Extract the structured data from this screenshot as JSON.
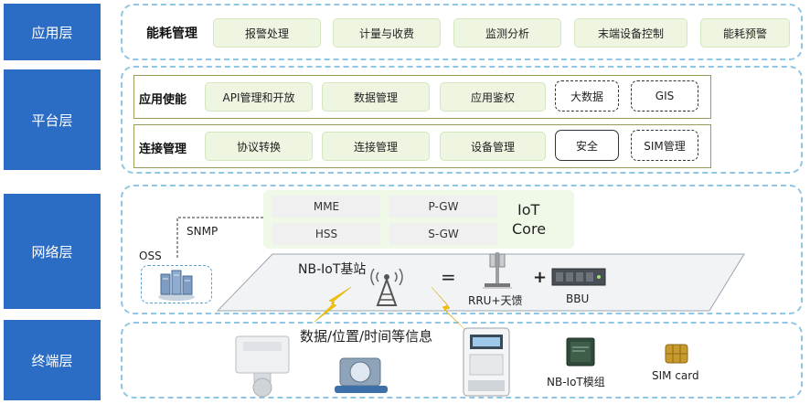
{
  "layers": {
    "application": "应用层",
    "platform": "平台层",
    "network": "网络层",
    "terminal": "终端层"
  },
  "application_layer": {
    "title": "能耗管理",
    "items": [
      "报警处理",
      "计量与收费",
      "监测分析",
      "末端设备控制",
      "能耗预警"
    ]
  },
  "platform_layer": {
    "app_enable": {
      "title": "应用使能",
      "items": [
        "API管理和开放",
        "数据管理",
        "应用鉴权"
      ],
      "outlined": [
        "大数据",
        "GIS"
      ]
    },
    "conn_mgmt": {
      "title": "连接管理",
      "items": [
        "协议转换",
        "连接管理",
        "设备管理"
      ],
      "outlined": [
        "安全",
        "SIM管理"
      ]
    }
  },
  "network_layer": {
    "core_cells": [
      "MME",
      "P-GW",
      "HSS",
      "S-GW"
    ],
    "core_label_line1": "IoT",
    "core_label_line2": "Core",
    "snmp": "SNMP",
    "oss": "OSS",
    "base_station": "NB-IoT基站",
    "equals": "=",
    "plus": "+",
    "rru": "RRU+天馈",
    "bbu": "BBU"
  },
  "terminal_layer": {
    "info": "数据/位置/时间等信息",
    "module": "NB-IoT模组",
    "sim": "SIM card"
  },
  "colors": {
    "layer_label_bg": "#2b6cc4",
    "dashed_border": "#8fc6e3",
    "green_box": "#eef6e2",
    "lightning": "#f2c200"
  }
}
